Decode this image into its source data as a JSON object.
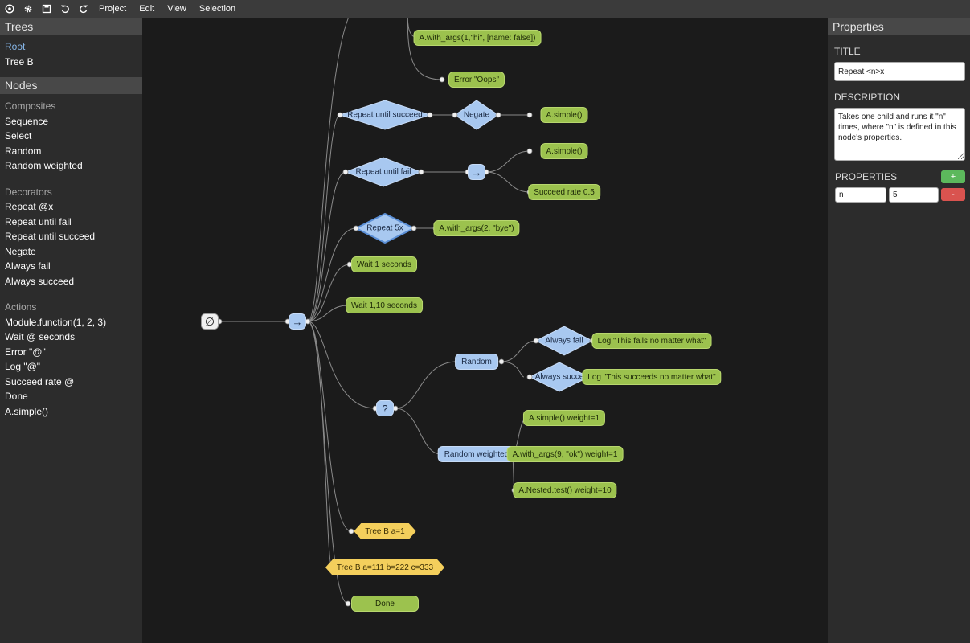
{
  "toolbar": {
    "icons": [
      "target-icon",
      "gear-icon",
      "save-icon",
      "undo-icon",
      "redo-icon"
    ],
    "menus": [
      "Project",
      "Edit",
      "View",
      "Selection"
    ]
  },
  "trees_panel": {
    "title": "Trees",
    "items": [
      {
        "label": "Root",
        "active": true
      },
      {
        "label": "Tree B",
        "active": false
      }
    ]
  },
  "nodes_panel": {
    "title": "Nodes",
    "composites_title": "Composites",
    "composites": [
      "Sequence",
      "Select",
      "Random",
      "Random weighted"
    ],
    "decorators_title": "Decorators",
    "decorators": [
      "Repeat @x",
      "Repeat until fail",
      "Repeat until succeed",
      "Negate",
      "Always fail",
      "Always succeed"
    ],
    "actions_title": "Actions",
    "actions": [
      "Module.function(1, 2, 3)",
      "Wait @ seconds",
      "Error \"@\"",
      "Log \"@\"",
      "Succeed rate @",
      "Done",
      "A.simple()"
    ]
  },
  "graph": {
    "root_symbol": "∅",
    "select_symbol": "?",
    "sequence_symbol": "→",
    "nodes": {
      "a_with_args": "A.with_args(1,\"hi\", [name: false])",
      "error_oops": "Error \"Oops\"",
      "repeat_until_succeed": "Repeat until succeed",
      "negate": "Negate",
      "a_simple_1": "A.simple()",
      "repeat_until_fail": "Repeat until fail",
      "a_simple_2": "A.simple()",
      "succeed_rate": "Succeed rate 0.5",
      "repeat_5x": "Repeat 5x",
      "a_with_args_bye": "A.with_args(2, \"bye\")",
      "wait_1": "Wait 1 seconds",
      "wait_1_10": "Wait 1,10 seconds",
      "random": "Random",
      "always_fail": "Always fail",
      "log_fails": "Log \"This fails no matter what\"",
      "always_succeed": "Always succe",
      "log_succeeds": "Log \"This succeeds no matter what\"",
      "random_weighted": "Random weighted",
      "a_simple_weight": "A.simple() weight=1",
      "a_with_args_ok": "A.with_args(9, \"ok\") weight=1",
      "a_nested_test": "A.Nested.test() weight=10",
      "tree_b_a1": "Tree B a=1",
      "tree_b_abc": "Tree B a=111 b=222 c=333",
      "done": "Done"
    }
  },
  "properties_panel": {
    "title": "Properties",
    "title_label": "TITLE",
    "title_value": "Repeat <n>x",
    "description_label": "DESCRIPTION",
    "description_value": "Takes one child and runs it \"n\" times, where \"n\" is defined in this node's properties.",
    "properties_label": "PROPERTIES",
    "add_label": "+",
    "remove_label": "-",
    "props": [
      {
        "key": "n",
        "value": "5"
      }
    ]
  },
  "colors": {
    "action": "#9cc24e",
    "composite": "#a8c8f0",
    "tree": "#f4cf5c",
    "add_button": "#5cb85c",
    "remove_button": "#d9534f",
    "active_tree": "#86b6e8"
  }
}
